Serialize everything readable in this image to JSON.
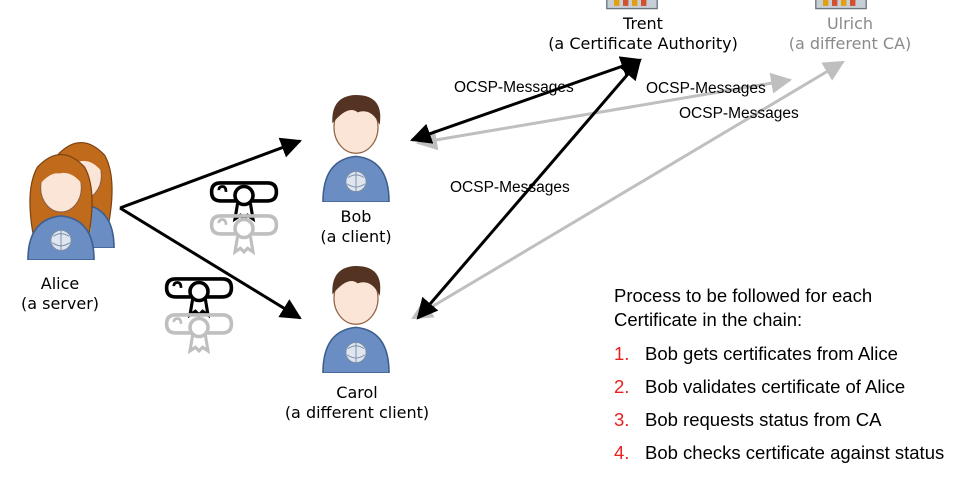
{
  "colors": {
    "arrow_primary": "#000000",
    "arrow_secondary": "#bfbfbf",
    "number_red": "#e8201e",
    "muted_text": "#8a8a8a",
    "hair": "#c06a1c",
    "shirt": "#6a8ec4",
    "skin": "#fbe5d6",
    "dark_hair": "#553322"
  },
  "actors": {
    "alice": {
      "name": "Alice",
      "role": "(a server)"
    },
    "bob": {
      "name": "Bob",
      "role": "(a client)"
    },
    "carol": {
      "name": "Carol",
      "role": "(a different client)"
    },
    "trent": {
      "name": "Trent",
      "role": "(a Certificate Authority)"
    },
    "ulrich": {
      "name": "Ulrich",
      "role": "(a different CA)"
    }
  },
  "messages": {
    "bob_trent": "OCSP-Messages",
    "bob_ulrich_upper": "OCSP-Messages",
    "carol_ulrich": "OCSP-Messages",
    "carol_trent": "OCSP-Messages"
  },
  "process": {
    "heading": "Process to be followed for each Certificate in the chain:",
    "steps": [
      {
        "num": "1.",
        "text": "Bob gets certificates from Alice"
      },
      {
        "num": "2.",
        "text": "Bob validates certificate of Alice"
      },
      {
        "num": "3.",
        "text": "Bob requests status from CA"
      },
      {
        "num": "4.",
        "text": "Bob checks certificate against status"
      }
    ]
  }
}
